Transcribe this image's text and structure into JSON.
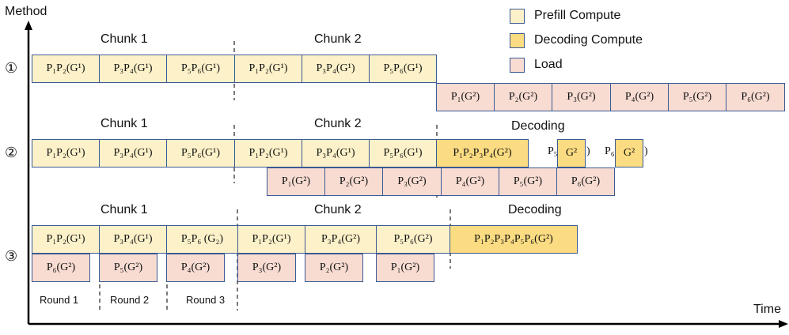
{
  "axes": {
    "y_label": "Method",
    "x_label": "Time"
  },
  "legend": [
    {
      "label": "Prefill Compute",
      "kind": "prefill"
    },
    {
      "label": "Decoding Compute",
      "kind": "decode"
    },
    {
      "label": "Load",
      "kind": "load"
    }
  ],
  "colors": {
    "prefill": "#fcf1c9",
    "decode": "#fbdc82",
    "load": "#f8dcd2",
    "border": "#3b5a94"
  },
  "rows": [
    {
      "marker": "①",
      "chunks": [
        "Chunk 1",
        "Chunk 2"
      ],
      "compute": [
        "P₁P₂(G¹)",
        "P₃P₄(G¹)",
        "P₅P₆(G¹)",
        "P₁P₂(G¹)",
        "P₃P₄(G¹)",
        "P₅P₆(G¹)"
      ],
      "load": [
        "P₁(G²)",
        "P₂(G²)",
        "P₃(G²)",
        "P₄(G²)",
        "P₅(G²)",
        "P₆(G²)"
      ]
    },
    {
      "marker": "②",
      "chunks": [
        "Chunk 1",
        "Chunk 2",
        "Decoding"
      ],
      "compute": [
        "P₁P₂(G¹)",
        "P₃P₄(G¹)",
        "P₅P₆(G¹)",
        "P₁P₂(G¹)",
        "P₃P₄(G¹)",
        "P₅P₆(G¹)"
      ],
      "decode": [
        "P₁P₂P₃P₄(G²)",
        "G²",
        "G²"
      ],
      "decode_prefix": [
        "P₅(",
        ")",
        "P₆(",
        ")"
      ],
      "load": [
        "P₁(G²)",
        "P₂(G²)",
        "P₃(G²)",
        "P₄(G²)",
        "P₅(G²)",
        "P₆(G²)"
      ]
    },
    {
      "marker": "③",
      "chunks": [
        "Chunk 1",
        "Chunk 2",
        "Decoding"
      ],
      "compute": [
        "P₁P₂(G¹)",
        "P₃P₄(G¹)",
        "P₅P₆ (G₂)",
        "P₁P₂(G¹)",
        "P₃P₄(G²)",
        "P₅P₆(G²)"
      ],
      "decode": [
        "P₁P₂P₃P₄P₅P₆(G²)"
      ],
      "load": [
        "P₆(G²)",
        "P₅(G²)",
        "P₄(G²)",
        "P₃(G²)",
        "P₂(G²)",
        "P₁(G²)"
      ],
      "rounds": [
        "Round 1",
        "Round 2",
        "Round 3"
      ]
    }
  ]
}
